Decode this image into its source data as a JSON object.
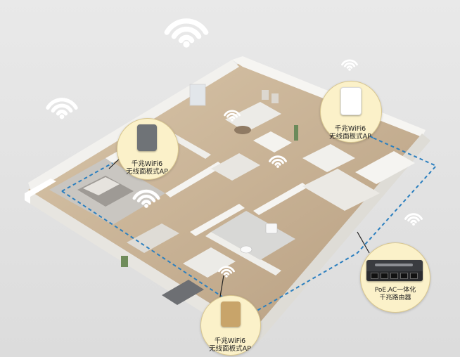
{
  "access_points": [
    {
      "id": "ap-left",
      "line1": "千兆WiFi6",
      "line2": "无线面板式AP",
      "panel_color": "#6f7377"
    },
    {
      "id": "ap-right",
      "line1": "千兆WiFi6",
      "line2": "无线面板式AP",
      "panel_color": "#ffffff"
    },
    {
      "id": "ap-bottom",
      "line1": "千兆WiFi6",
      "line2": "无线面板式AP",
      "panel_color": "#c8a46a"
    }
  ],
  "router": {
    "line1": "PoE.AC一体化",
    "line2": "千兆路由器"
  },
  "colors": {
    "background": "#e6e6e6",
    "callout_fill": "#fbf1c9",
    "cable_line": "#2b7fbf",
    "wifi_signal": "#ffffff",
    "wall": "#f4f3f0",
    "floor": "#cdb89c"
  }
}
